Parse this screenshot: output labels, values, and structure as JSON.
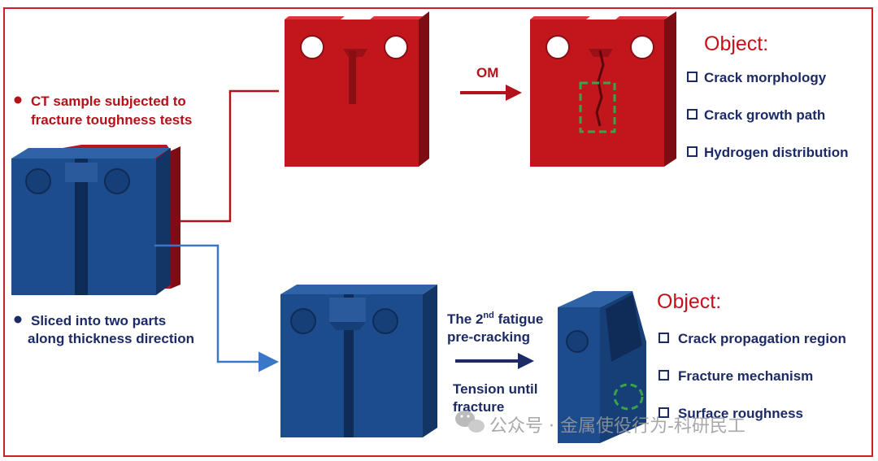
{
  "colors": {
    "frame": "#cc1f2a",
    "red_face": "#c2161d",
    "red_side": "#7d0d12",
    "red_top": "#e0343b",
    "blue_face": "#1d4c8c",
    "blue_side": "#123566",
    "blue_top": "#2e63a8",
    "red_arrow": "#b3121a",
    "blue_arrow": "#3a78c7",
    "highlight_box": "#3aa34a",
    "text_dark": "#1c2a66",
    "object_title": "#c8101b"
  },
  "left": {
    "label_top_line1": "CT sample subjected to",
    "label_top_line2": "fracture toughness tests",
    "label_bottom_line1": "Sliced into two parts",
    "label_bottom_line2": "along thickness direction"
  },
  "top_branch": {
    "method": "OM",
    "object_title": "Object:",
    "items": [
      "Crack morphology",
      "Crack growth path",
      "Hydrogen distribution"
    ]
  },
  "bottom_branch": {
    "step1_pre": "The 2",
    "step1_sup": "nd",
    "step1_post": " fatigue",
    "step1_line2": "pre-cracking",
    "step2_line1": "Tension until",
    "step2_line2": "fracture",
    "object_title": "Object:",
    "items": [
      "Crack propagation region",
      "Fracture mechanism",
      "Surface roughness"
    ]
  },
  "watermark": {
    "text": "公众号 · 金属使役行为-科研民工",
    "icon": "wechat-icon"
  }
}
